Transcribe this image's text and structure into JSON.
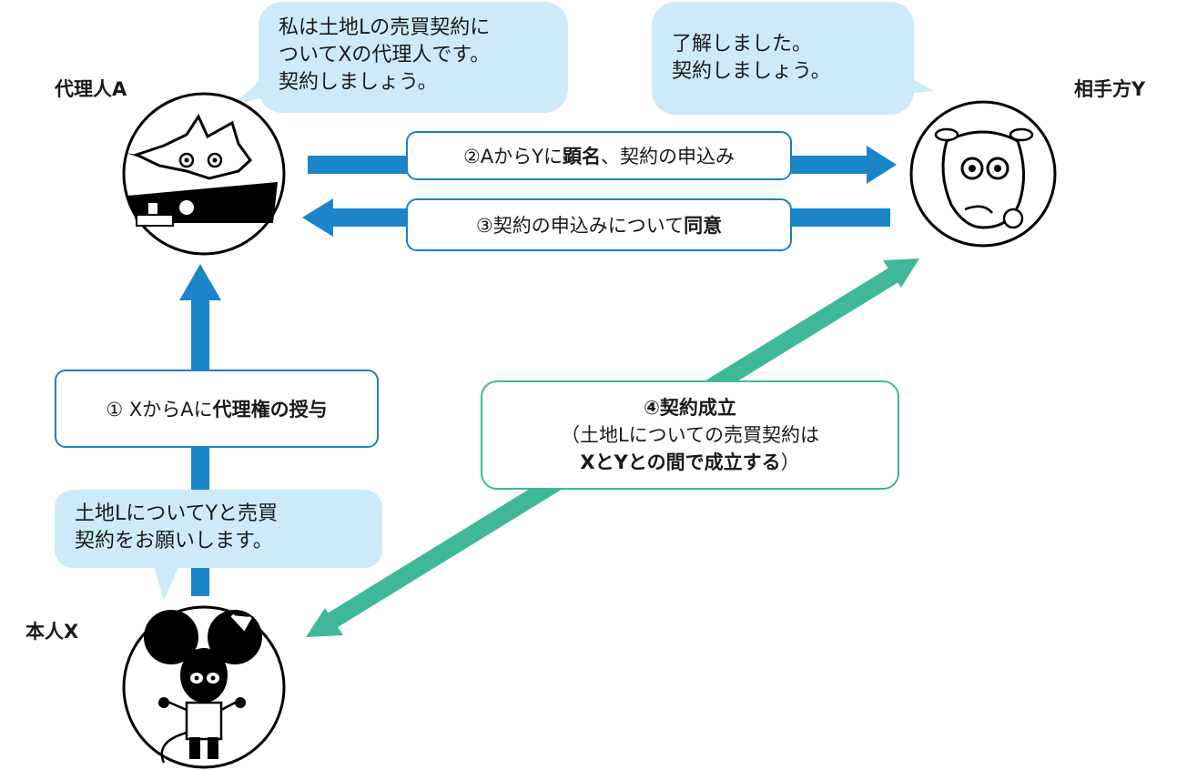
{
  "colors": {
    "blue": "#1a86c9",
    "green": "#3fb899",
    "bubble": "#cdeaf8"
  },
  "labels": {
    "agent": "代理人A",
    "counterparty": "相手方Y",
    "principal": "本人X"
  },
  "bubbles": {
    "agent": [
      "私は土地Lの売買契約に",
      "ついてXの代理人です。",
      "契約しましょう。"
    ],
    "counterparty": [
      "了解しました。",
      "契約しましょう。"
    ],
    "principal": [
      "土地LについてYと売買",
      "契約をお願いします。"
    ]
  },
  "steps": {
    "step1": {
      "prefix": "① XからAに",
      "bold": "代理権の授与"
    },
    "step2": {
      "prefix": "②AからYに",
      "bold": "顕名",
      "suffix": "、契約の申込み"
    },
    "step3": {
      "prefix": "③契約の申込みについて",
      "bold": "同意"
    },
    "step4": {
      "title": "④契約成立",
      "line2": "（土地Lについての売買契約は",
      "line3_bold": "XとYとの間で成立する",
      "line3_suffix": "）"
    }
  },
  "icons": {
    "agent": "fox-agent-icon",
    "counterparty": "sheep-counterparty-icon",
    "principal": "mouse-principal-icon"
  }
}
